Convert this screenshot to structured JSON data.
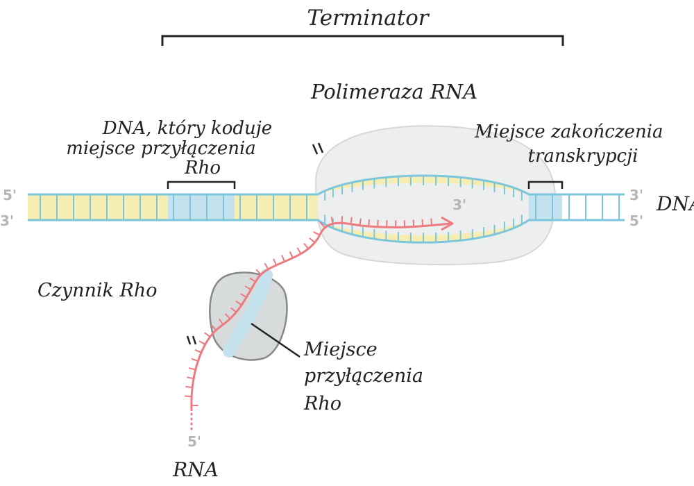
{
  "labels": {
    "terminator": "Terminator",
    "polymerase": "Polimeraza RNA",
    "rut_dna_line1": "DNA, który koduje",
    "rut_dna_line2": "miejsce przyłączenia",
    "rut_dna_line3": "Rho",
    "termination_site_line1": "Miejsce zakończenia",
    "termination_site_line2": "transkrypcji",
    "dna": "DNA",
    "rho_factor": "Czynnik Rho",
    "rho_site_line1": "Miejsce",
    "rho_site_line2": "przyłączenia",
    "rho_site_line3": "Rho",
    "rna": "RNA"
  },
  "strand_ends": {
    "dna_top_left": "5'",
    "dna_bottom_left": "3'",
    "dna_top_right": "3'",
    "dna_bottom_right": "5'",
    "rna_growing_end": "3'",
    "rna_free_end": "5'"
  },
  "colors": {
    "dna_strand": "#7cc6dc",
    "dna_fill": "#f6edb2",
    "highlight_fill": "#c4e3ef",
    "rna_strand": "#ec7a80",
    "polymerase_fill": "#ecefee",
    "polymerase_stroke": "#d4d8d7",
    "rho_fill": "#d8dbdc",
    "rho_stroke": "#888888",
    "bracket": "#222222"
  }
}
